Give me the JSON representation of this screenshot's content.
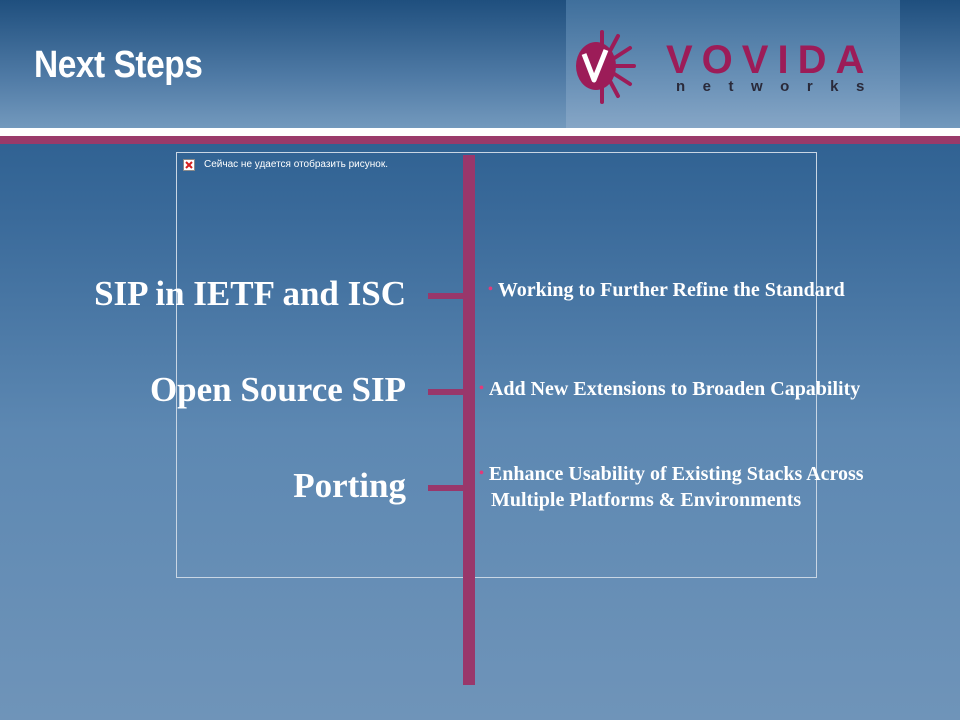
{
  "slide": {
    "title": "Next Steps"
  },
  "logo": {
    "wordmark": "VOVIDA",
    "subtitle": "networks",
    "brand_color": "#9c1c58",
    "icon": "vovida-v-sunburst-icon"
  },
  "image_placeholder": {
    "icon": "broken-image-icon",
    "message": "Сейчас не удается отобразить рисунок."
  },
  "rows": [
    {
      "topic": "SIP in IETF and ISC",
      "details": [
        "Working to Further Refine the Standard"
      ]
    },
    {
      "topic": "Open Source SIP",
      "details": [
        "Add New Extensions to Broaden Capability"
      ]
    },
    {
      "topic": "Porting",
      "details": [
        "Enhance Usability of Existing Stacks Across",
        "Multiple Platforms & Environments"
      ]
    }
  ],
  "colors": {
    "accent": "#99376b",
    "bullet": "#e23a7a",
    "text": "#ffffff"
  }
}
